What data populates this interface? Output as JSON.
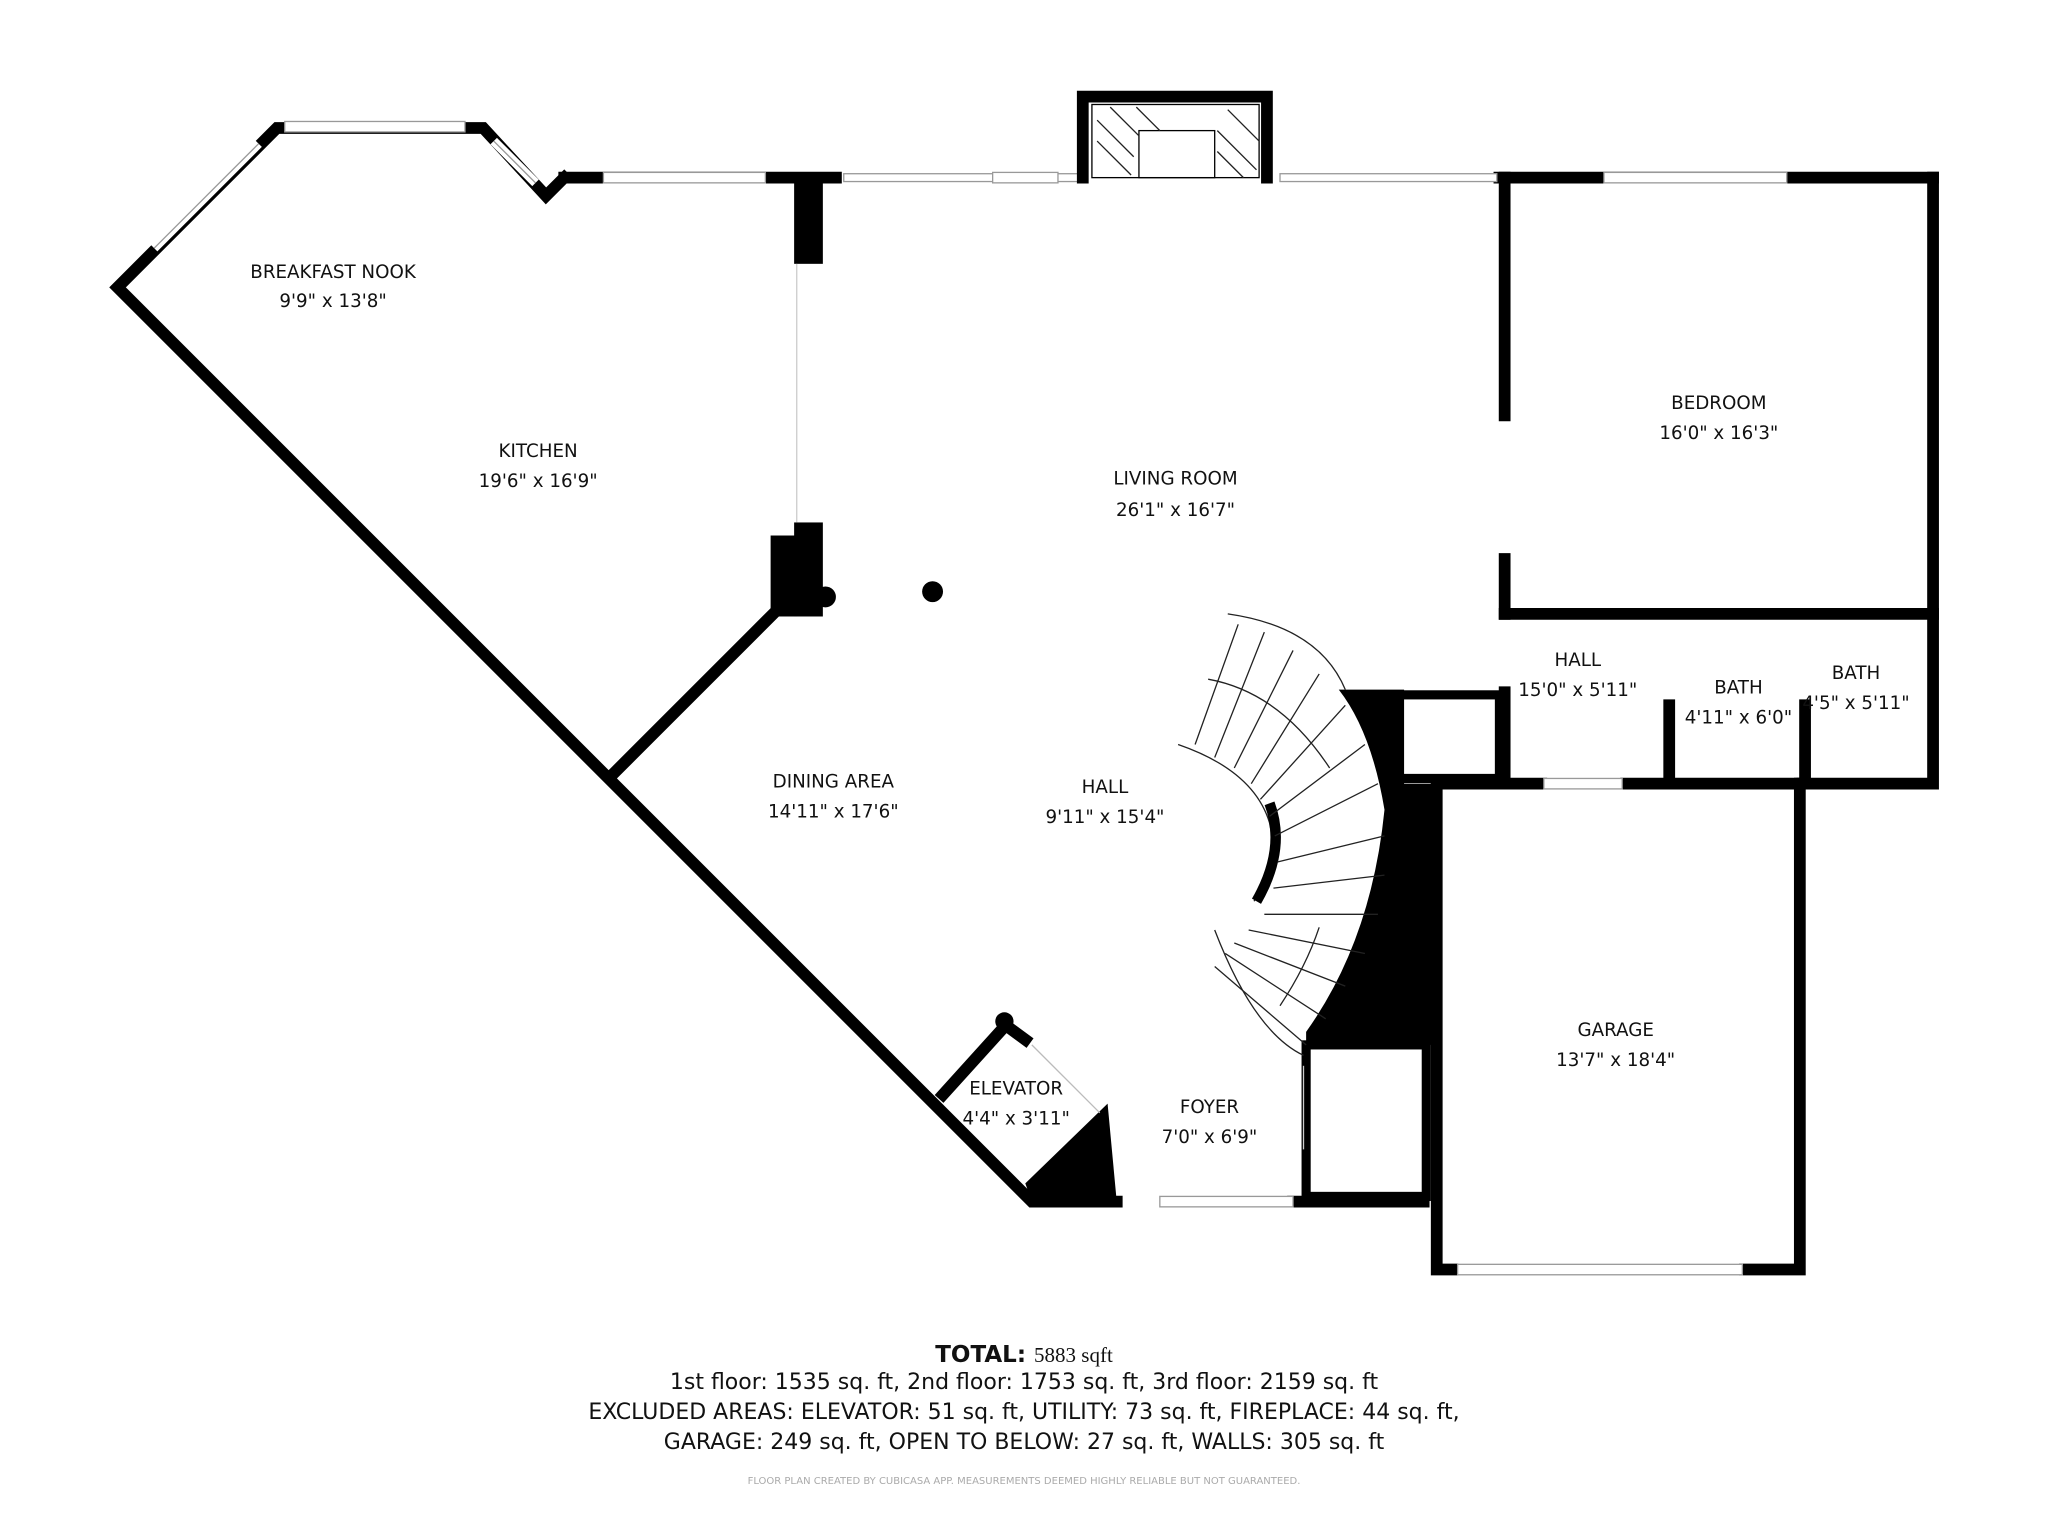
{
  "rooms": {
    "breakfast_nook": {
      "name": "BREAKFAST NOOK",
      "size": "9'9\" x 13'8\""
    },
    "kitchen": {
      "name": "KITCHEN",
      "size": "19'6\" x 16'9\""
    },
    "living_room": {
      "name": "LIVING ROOM",
      "size": "26'1\" x 16'7\""
    },
    "bedroom": {
      "name": "BEDROOM",
      "size": "16'0\" x 16'3\""
    },
    "hall_upper": {
      "name": "HALL",
      "size": "15'0\" x 5'11\""
    },
    "bath_1": {
      "name": "BATH",
      "size": "4'11\" x 6'0\""
    },
    "bath_2": {
      "name": "BATH",
      "size": "4'5\" x 5'11\""
    },
    "dining_area": {
      "name": "DINING AREA",
      "size": "14'11\" x 17'6\""
    },
    "hall_center": {
      "name": "HALL",
      "size": "9'11\" x 15'4\""
    },
    "garage": {
      "name": "GARAGE",
      "size": "13'7\" x 18'4\""
    },
    "elevator": {
      "name": "ELEVATOR",
      "size": "4'4\" x 3'11\""
    },
    "foyer": {
      "name": "FOYER",
      "size": "7'0\" x 6'9\""
    }
  },
  "summary": {
    "total_label": "TOTAL:",
    "total_value": "5883 sqft",
    "floors": "1st floor: 1535 sq. ft, 2nd floor: 1753 sq. ft, 3rd floor: 2159 sq. ft",
    "excluded_1": "EXCLUDED AREAS: ELEVATOR: 51 sq. ft, UTILITY: 73 sq. ft, FIREPLACE: 44 sq. ft,",
    "excluded_2": "GARAGE: 249 sq. ft, OPEN TO BELOW: 27 sq. ft, WALLS: 305 sq. ft",
    "disclaimer": "FLOOR PLAN CREATED BY CUBICASA APP. MEASUREMENTS DEEMED HIGHLY RELIABLE BUT NOT GUARANTEED."
  }
}
